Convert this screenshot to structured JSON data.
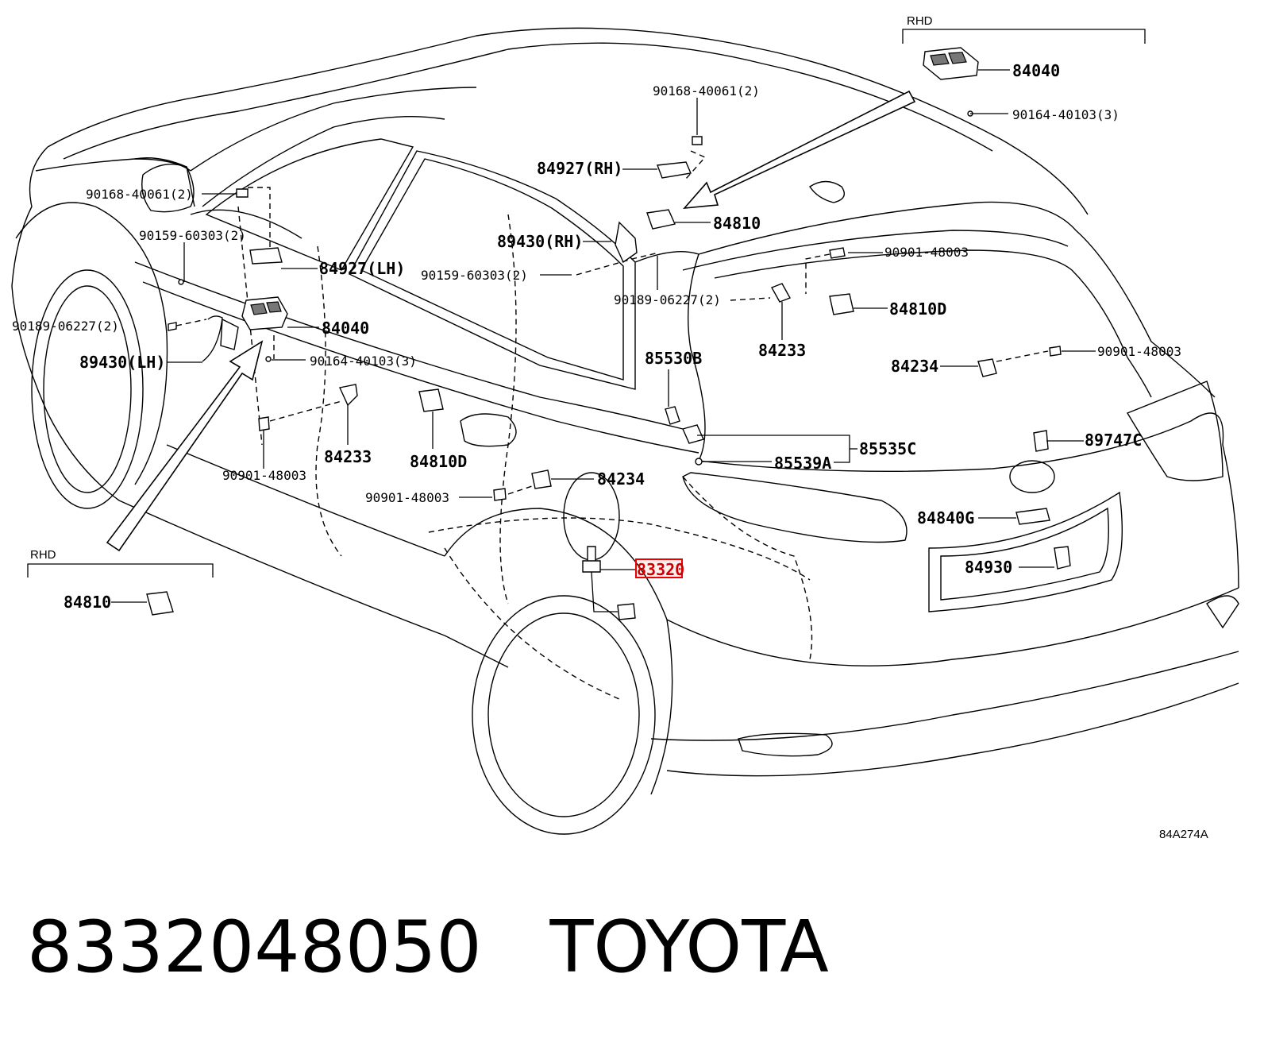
{
  "labels": {
    "rhd_top": "RHD",
    "rhd_left": "RHD",
    "p84040_top": "84040",
    "p90164_top": "90164-40103(3)",
    "p90168_a": "90168-40061(2)",
    "p84927_rh": "84927(RH)",
    "p84810_a": "84810",
    "p90168_b": "90168-40061(2)",
    "p90159_a": "90159-60303(2)",
    "p84927_lh": "84927(LH)",
    "p89430_rh": "89430(RH)",
    "p90159_b": "90159-60303(2)",
    "p90901_a": "90901-48003",
    "p90189_a": "90189-06227(2)",
    "p84810d_a": "84810D",
    "p90189_b": "90189-06227(2)",
    "p84040_mid": "84040",
    "p84233_a": "84233",
    "p89430_lh": "89430(LH)",
    "p90164_mid": "90164-40103(3)",
    "p85530b": "85530B",
    "p84234_a": "84234",
    "p90901_b": "90901-48003",
    "p85535c": "85535C",
    "p89747c": "89747C",
    "p85539a": "85539A",
    "p84233_b": "84233",
    "p84810d_b": "84810D",
    "p90901_c": "90901-48003",
    "p84234_b": "84234",
    "p90901_d": "90901-48003",
    "p84840g": "84840G",
    "p84810_b": "84810",
    "p83320": "83320",
    "p84930": "84930",
    "diagram_code": "84A274A"
  },
  "footer": {
    "part_number": "8332048050",
    "brand": "TOYOTA"
  },
  "highlight_color": "#e00000"
}
